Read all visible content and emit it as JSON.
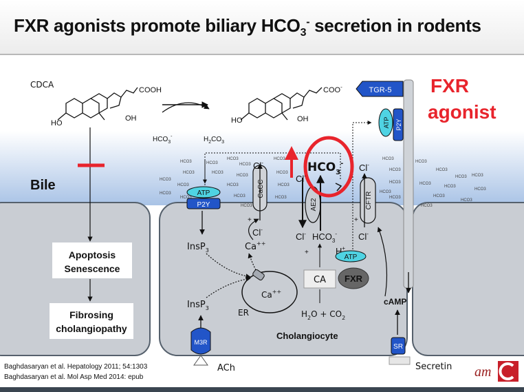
{
  "title": {
    "main": "FXR agonists promote biliary HCO",
    "sub": "3",
    "sup": "-",
    "rest": " secretion in rodents"
  },
  "labels": {
    "cdca": "CDCA",
    "cooh": "COOH",
    "coo": "COO",
    "coo_sup": "-",
    "ho_left": "HO",
    "oh_left": "OH",
    "ho_right": "HO",
    "oh_right": "OH",
    "hco3_reactant": "HCO",
    "h2co3": "H",
    "bile": "Bile",
    "fxr_agonist_line1": "FXR",
    "fxr_agonist_line2": "agonist",
    "apoptosis": "Apoptosis",
    "senescence": "Senescence",
    "fibrosing": "Fibrosing",
    "cholangiopathy": "cholangiopathy",
    "cholangiocyte": "Cholangiocyte",
    "insp3": "InsP",
    "ca": "Ca",
    "er": "ER",
    "ca_box": "CA",
    "fxr_box": "FXR",
    "h2o_co2": "H",
    "camp": "cAMP",
    "cl": "Cl",
    "hco3_big": "HCO",
    "hco3_small": "HCO",
    "ach": "ACh",
    "secretin": "Secretin",
    "h_plus": "H",
    "plus": "+"
  },
  "channels": {
    "atp_apical": "ATP",
    "p2y_apical": "P2Y",
    "cacc": "CaCC",
    "ae2": "AE2",
    "cftr": "CFTR",
    "atp_cell": "ATP",
    "atp_bar": "ATP",
    "p2y_bar": "P2Y",
    "tgr5": "TGR-5",
    "m3r": "M3R",
    "sr": "SR"
  },
  "references": [
    "Baghdasaryan et al. Hepatology 2011; 54:1303",
    "Baghdasaryan et al. Mol Asp Med 2014: epub"
  ],
  "logo": "am",
  "colors": {
    "accent_red": "#e8242c",
    "channel_blue": "#2255c8",
    "atp_cyan": "#4fd3e3",
    "cell_gray": "#c9cdd3",
    "bile_blue": "#bcd0ea"
  }
}
